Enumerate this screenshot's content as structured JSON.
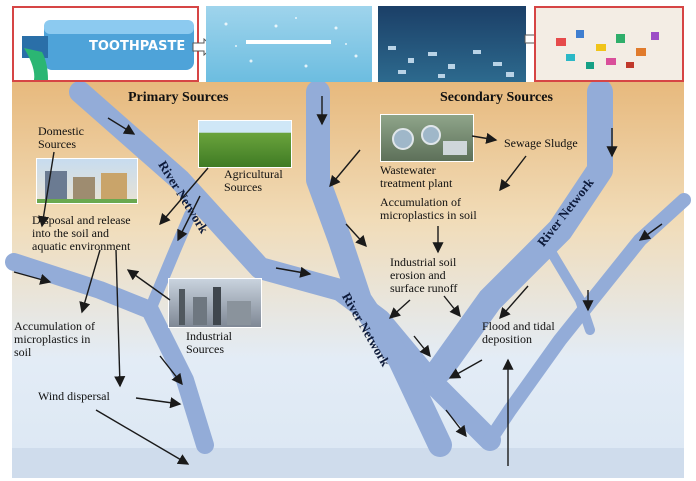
{
  "headings": {
    "primary": "Primary Sources",
    "secondary": "Secondary Sources"
  },
  "toothpaste_text": "TOOTHPASTE",
  "river_labels": [
    "River Network",
    "River Network",
    "River Network"
  ],
  "labels": {
    "domestic": "Domestic\nSources",
    "agricultural": "Agricultural\nSources",
    "disposal": "Disposal and release\ninto the soil and\naquatic environment",
    "accum_soil_left": "Accumulation of\nmicroplastics in\nsoil",
    "industrial": "Industrial\nSources",
    "wind": "Wind dispersal",
    "wastewater": "Wastewater\ntreatment plant",
    "sewage": "Sewage Sludge",
    "accum_soil_right": "Accumulation of\nmicroplastics in soil",
    "erosion": "Industrial soil\nerosion and\nsurface runoff",
    "flood": "Flood and tidal\ndeposition"
  },
  "colors": {
    "sky_top": "#e9c08a",
    "sky_bottom": "#e6eef8",
    "river": "#93acd8",
    "panel_border": "#d64545",
    "arrow": "#1a1a1a"
  }
}
